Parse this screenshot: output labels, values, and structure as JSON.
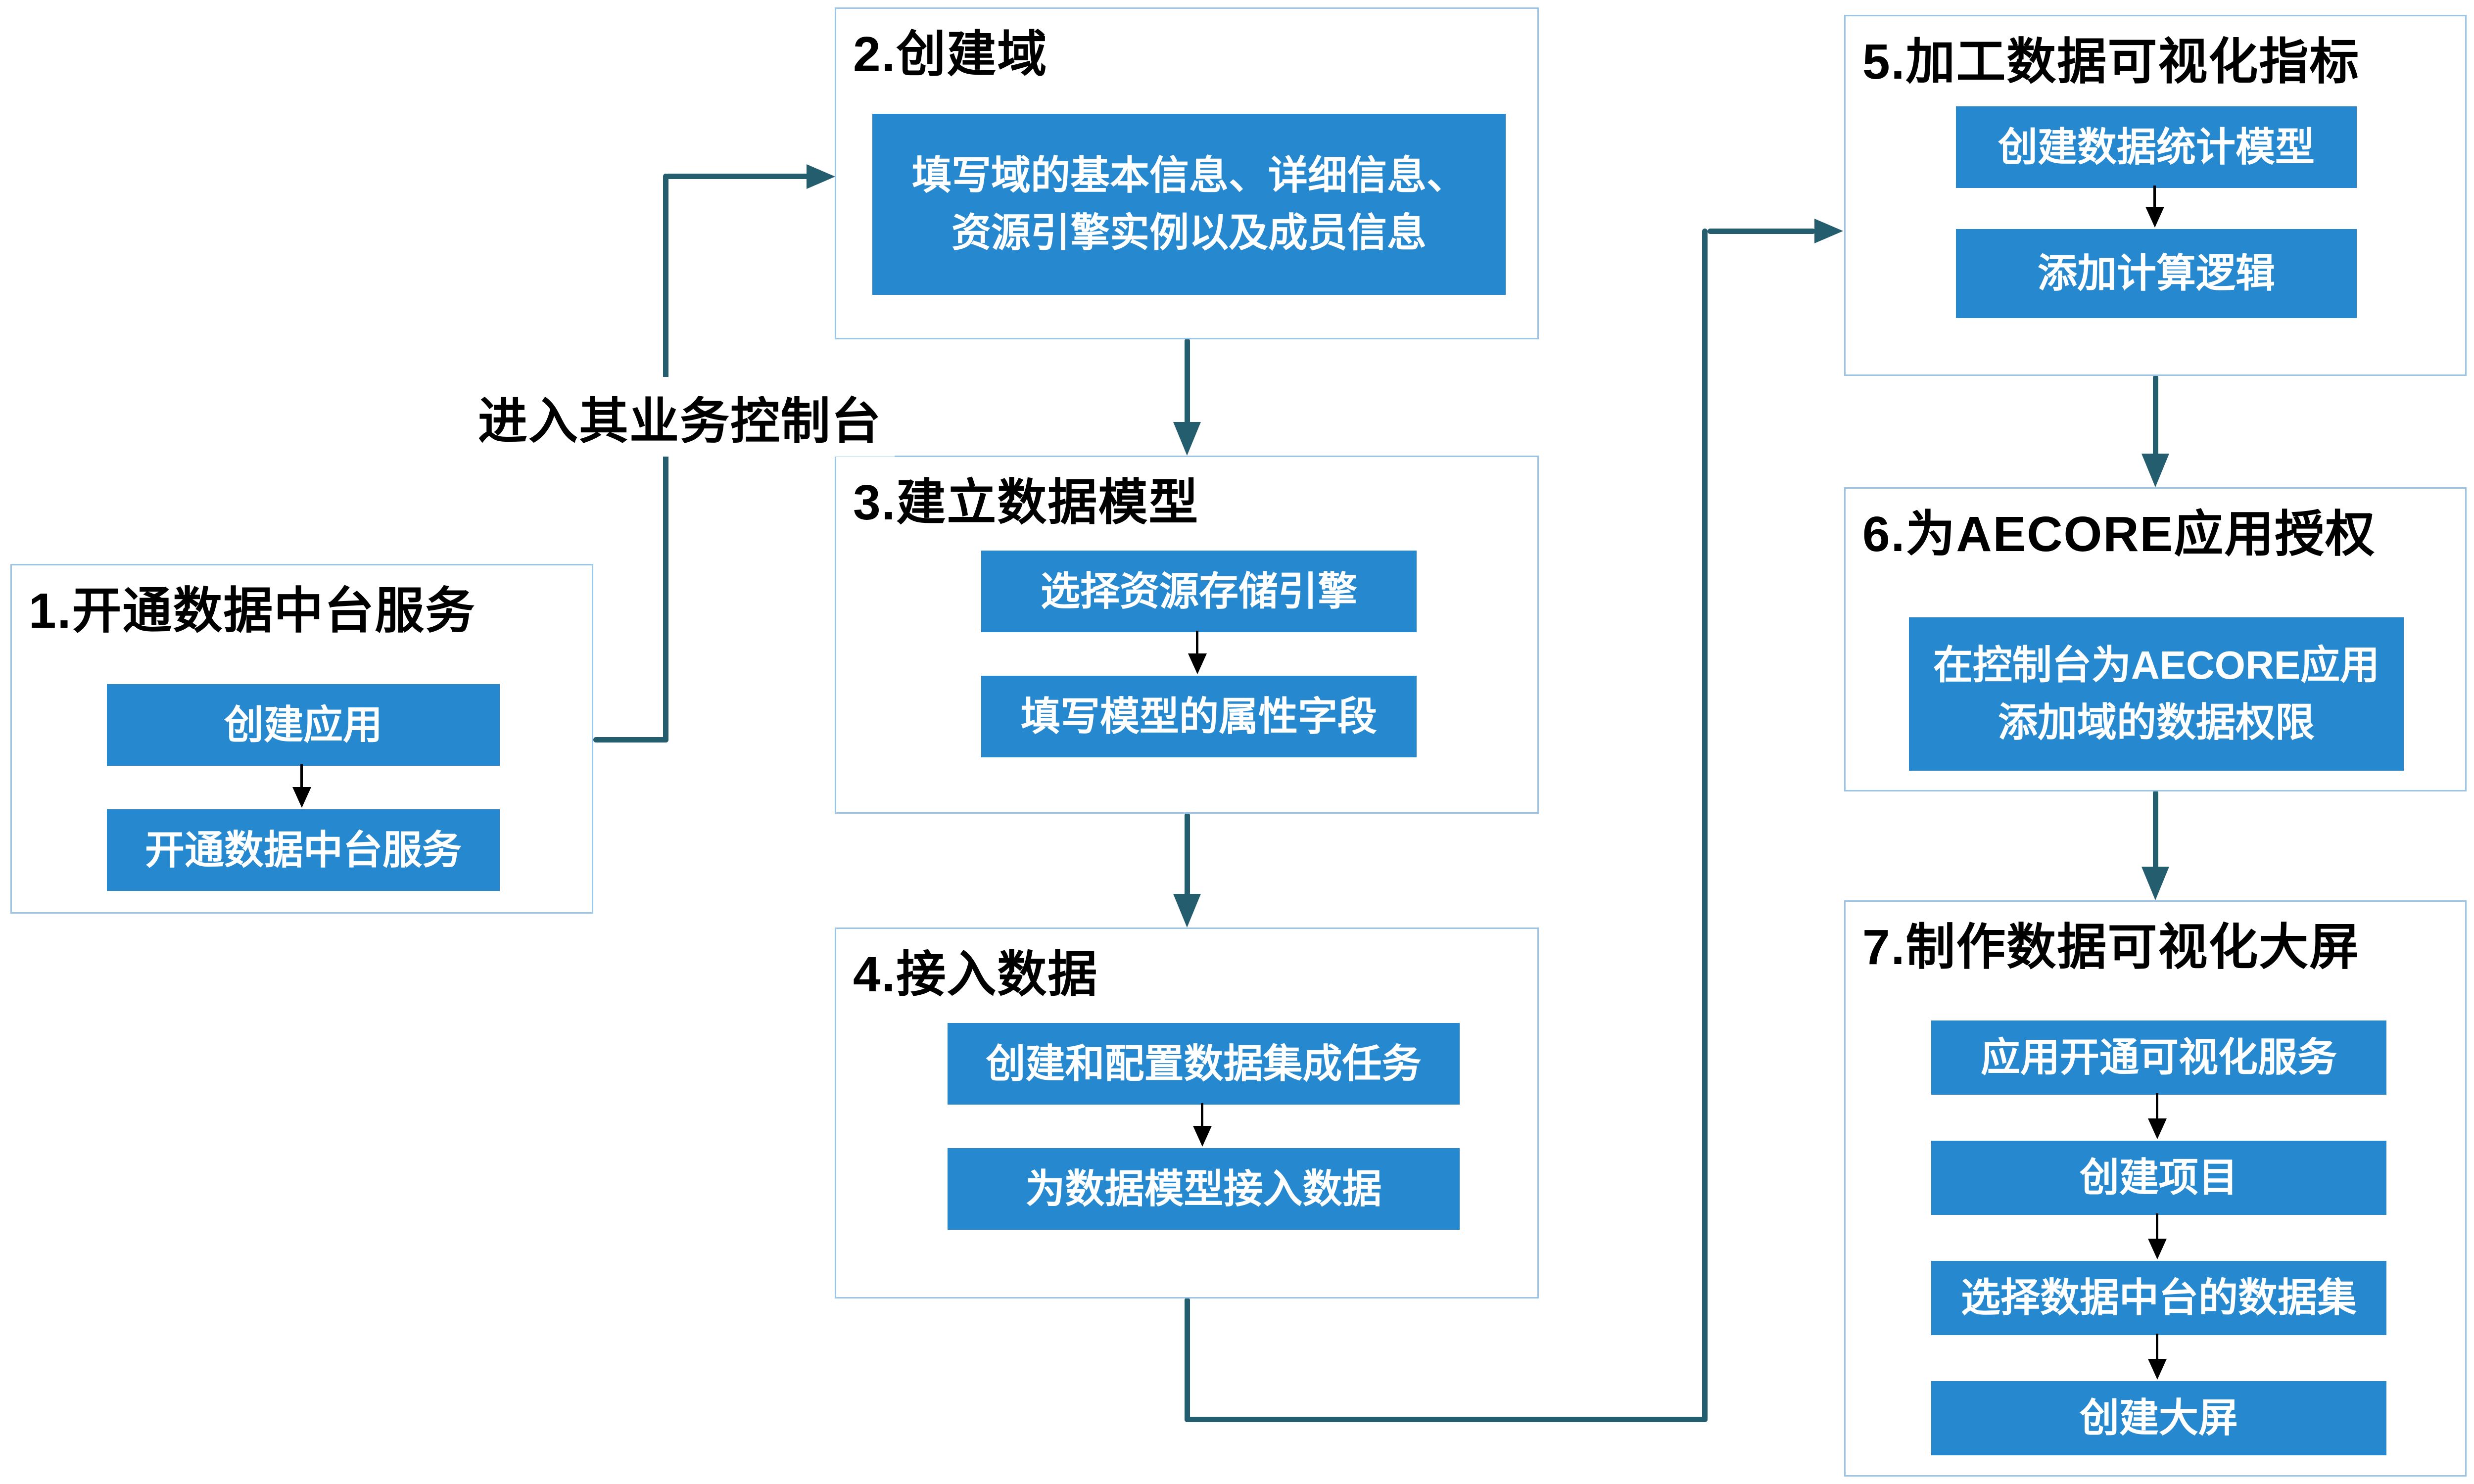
{
  "colors": {
    "button_blue": "#2688CE",
    "connector_teal": "#235D6E",
    "box_border": "#9AC4E8",
    "title_color": "#000000",
    "button_text": "#ffffff",
    "background": "#ffffff"
  },
  "connector_label": "进入其业务控制台",
  "boxes": [
    {
      "title": "1.开通数据中台服务",
      "steps": [
        [
          "创建应用"
        ],
        [
          "开通数据中台服务"
        ]
      ]
    },
    {
      "title": "2.创建域",
      "steps": [
        [
          "填写域的基本信息、详细信息、",
          "资源引擎实例以及成员信息"
        ]
      ]
    },
    {
      "title": "3.建立数据模型",
      "steps": [
        [
          "选择资源存储引擎"
        ],
        [
          "填写模型的属性字段"
        ]
      ]
    },
    {
      "title": "4.接入数据",
      "steps": [
        [
          "创建和配置数据集成任务"
        ],
        [
          "为数据模型接入数据"
        ]
      ]
    },
    {
      "title": "5.加工数据可视化指标",
      "steps": [
        [
          "创建数据统计模型"
        ],
        [
          "添加计算逻辑"
        ]
      ]
    },
    {
      "title": "6.为AECORE应用授权",
      "steps": [
        [
          "在控制台为AECORE应用",
          "添加域的数据权限"
        ]
      ]
    },
    {
      "title": "7.制作数据可视化大屏",
      "steps": [
        [
          "应用开通可视化服务"
        ],
        [
          "创建项目"
        ],
        [
          "选择数据中台的数据集"
        ],
        [
          "创建大屏"
        ]
      ]
    }
  ]
}
